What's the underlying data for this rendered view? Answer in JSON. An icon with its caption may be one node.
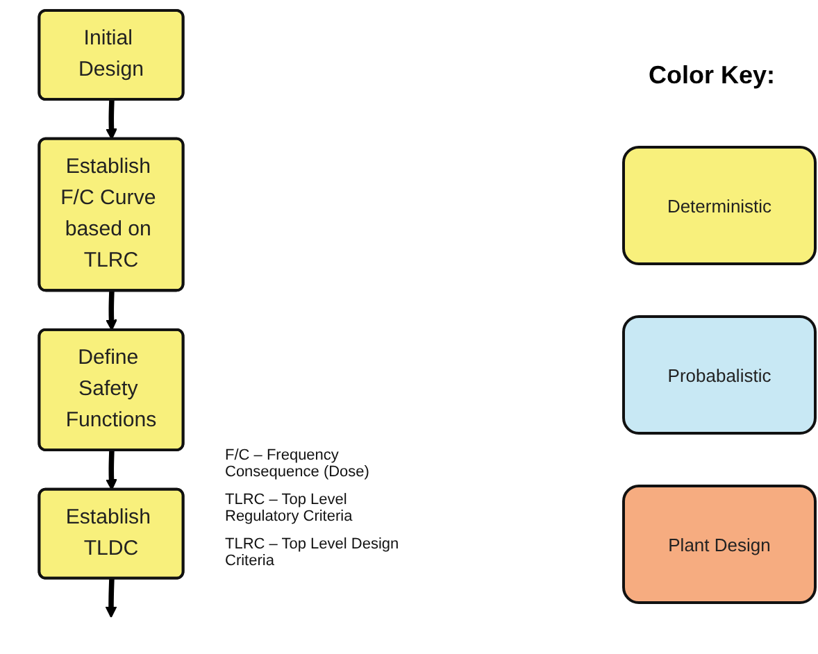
{
  "diagram": {
    "nodes": [
      {
        "text": [
          "Initial Design"
        ]
      },
      {
        "text": [
          "Establish F/C Curve based on TLRC"
        ]
      },
      {
        "text": [
          "Define Safety Functions"
        ]
      },
      {
        "text": [
          "Establish TLDC"
        ]
      }
    ],
    "edges": [
      {
        "from": 0,
        "to": 1,
        "arrow": "to"
      },
      {
        "from": 1,
        "to": 2,
        "arrow": "to"
      },
      {
        "from": 2,
        "to": 3,
        "arrow": "to"
      },
      {
        "from": 3,
        "to": null,
        "arrow": "to"
      }
    ],
    "labels": [
      "Color Key:",
      "F/C – Frequency Consequence (Dose)",
      "TLRC – Top Level Regulatory Criteria",
      "TLRC – Top Level Design Criteria"
    ],
    "legend": [
      {
        "text": "Deterministic",
        "color": "#f8f07c"
      },
      {
        "text": "Probabalistic",
        "color": "#c8e8f4"
      },
      {
        "text": "Plant Design",
        "color": "#f6ac80"
      }
    ]
  }
}
